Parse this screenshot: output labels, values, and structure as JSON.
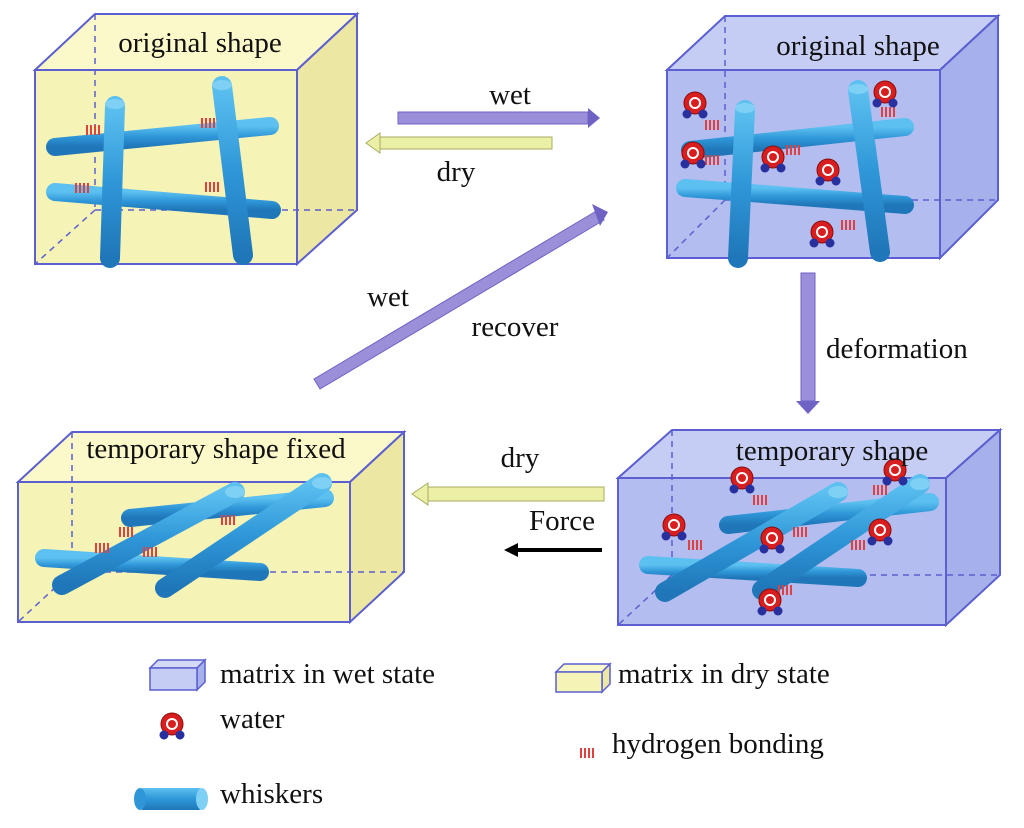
{
  "boxes": {
    "top_left": {
      "label": "original shape",
      "state": "dry"
    },
    "top_right": {
      "label": "original shape",
      "state": "wet"
    },
    "bottom_right": {
      "label": "temporary shape",
      "state": "wet"
    },
    "bottom_left": {
      "label": "temporary shape fixed",
      "state": "dry"
    }
  },
  "arrows": {
    "wet_top": "wet",
    "dry_top": "dry",
    "wet_diag": "wet",
    "recover": "recover",
    "deformation": "deformation",
    "dry_bottom": "dry",
    "force": "Force"
  },
  "legend": {
    "wet_matrix": "matrix in wet state",
    "dry_matrix": "matrix in dry state",
    "water": "water",
    "hbond": "hydrogen bonding",
    "whiskers": "whiskers"
  },
  "colors": {
    "wet_matrix": "#b4bdf0",
    "dry_matrix": "#f6f3b6",
    "box_edge": "#5b5fd0",
    "whisker": "#2f97d8",
    "water_oxygen": "#d81e1e",
    "water_hydrogen": "#27309c",
    "hydrogen_bond": "#e04040",
    "wet_arrow": "#9a8fd8",
    "dry_arrow": "#ecefa6",
    "force_arrow": "#000000"
  }
}
